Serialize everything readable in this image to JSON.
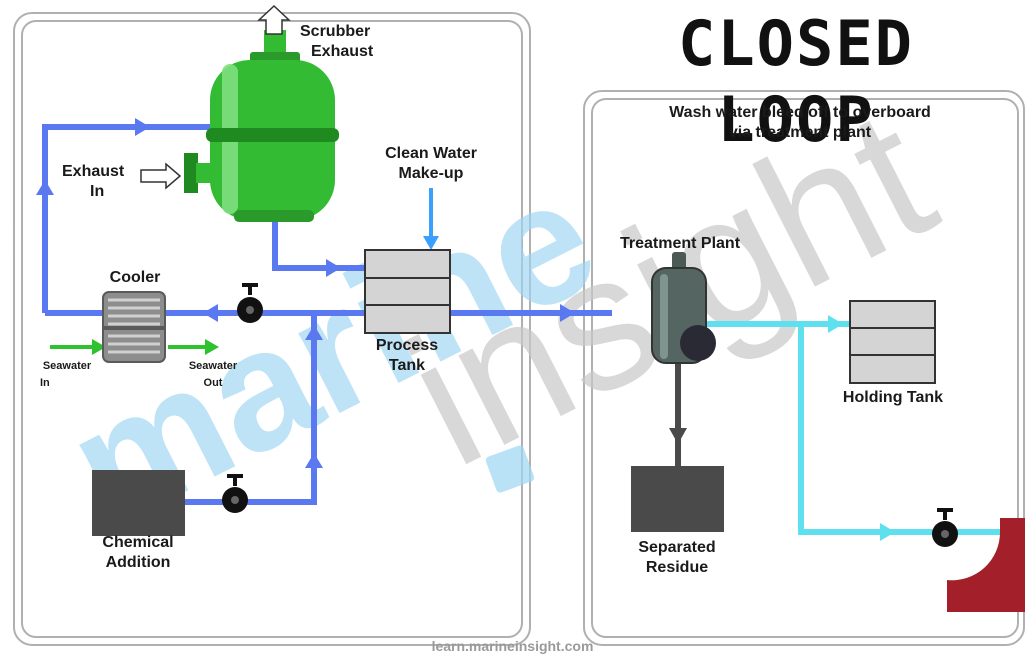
{
  "title": "CLOSED LOOP",
  "labels": {
    "scrubber_exhaust": [
      "Scrubber",
      "Exhaust"
    ],
    "exhaust_in": [
      "Exhaust",
      "In"
    ],
    "clean_water": [
      "Clean Water",
      "Make-up"
    ],
    "cooler": "Cooler",
    "seawater_in": [
      "Seawater",
      "In"
    ],
    "seawater_out": [
      "Seawater",
      "Out"
    ],
    "process_tank": [
      "Process",
      "Tank"
    ],
    "chemical_addition": [
      "Chemical",
      "Addition"
    ],
    "bleed_note": [
      "Wash water bleed off to overboard",
      "via treatment plant"
    ],
    "treatment_plant": "Treatment Plant",
    "holding_tank": "Holding Tank",
    "separated_residue": [
      "Separated",
      "Residue"
    ]
  },
  "watermark": {
    "line1": "marine",
    "line2": "insight"
  },
  "footer": "learn.marineinsight.com",
  "colors": {
    "loop_blue": "#5a78f0",
    "make_up_blue": "#3aa0ff",
    "bleed_cyan": "#5ee0ee",
    "scrubber_green": "#33bb33",
    "seawater_green": "#2ec22e",
    "tank_gray": "#4a4a4a",
    "overboard_red": "#a3202a",
    "watermark_blue": "#9fd6f2",
    "watermark_gray": "#c8c8c8"
  }
}
